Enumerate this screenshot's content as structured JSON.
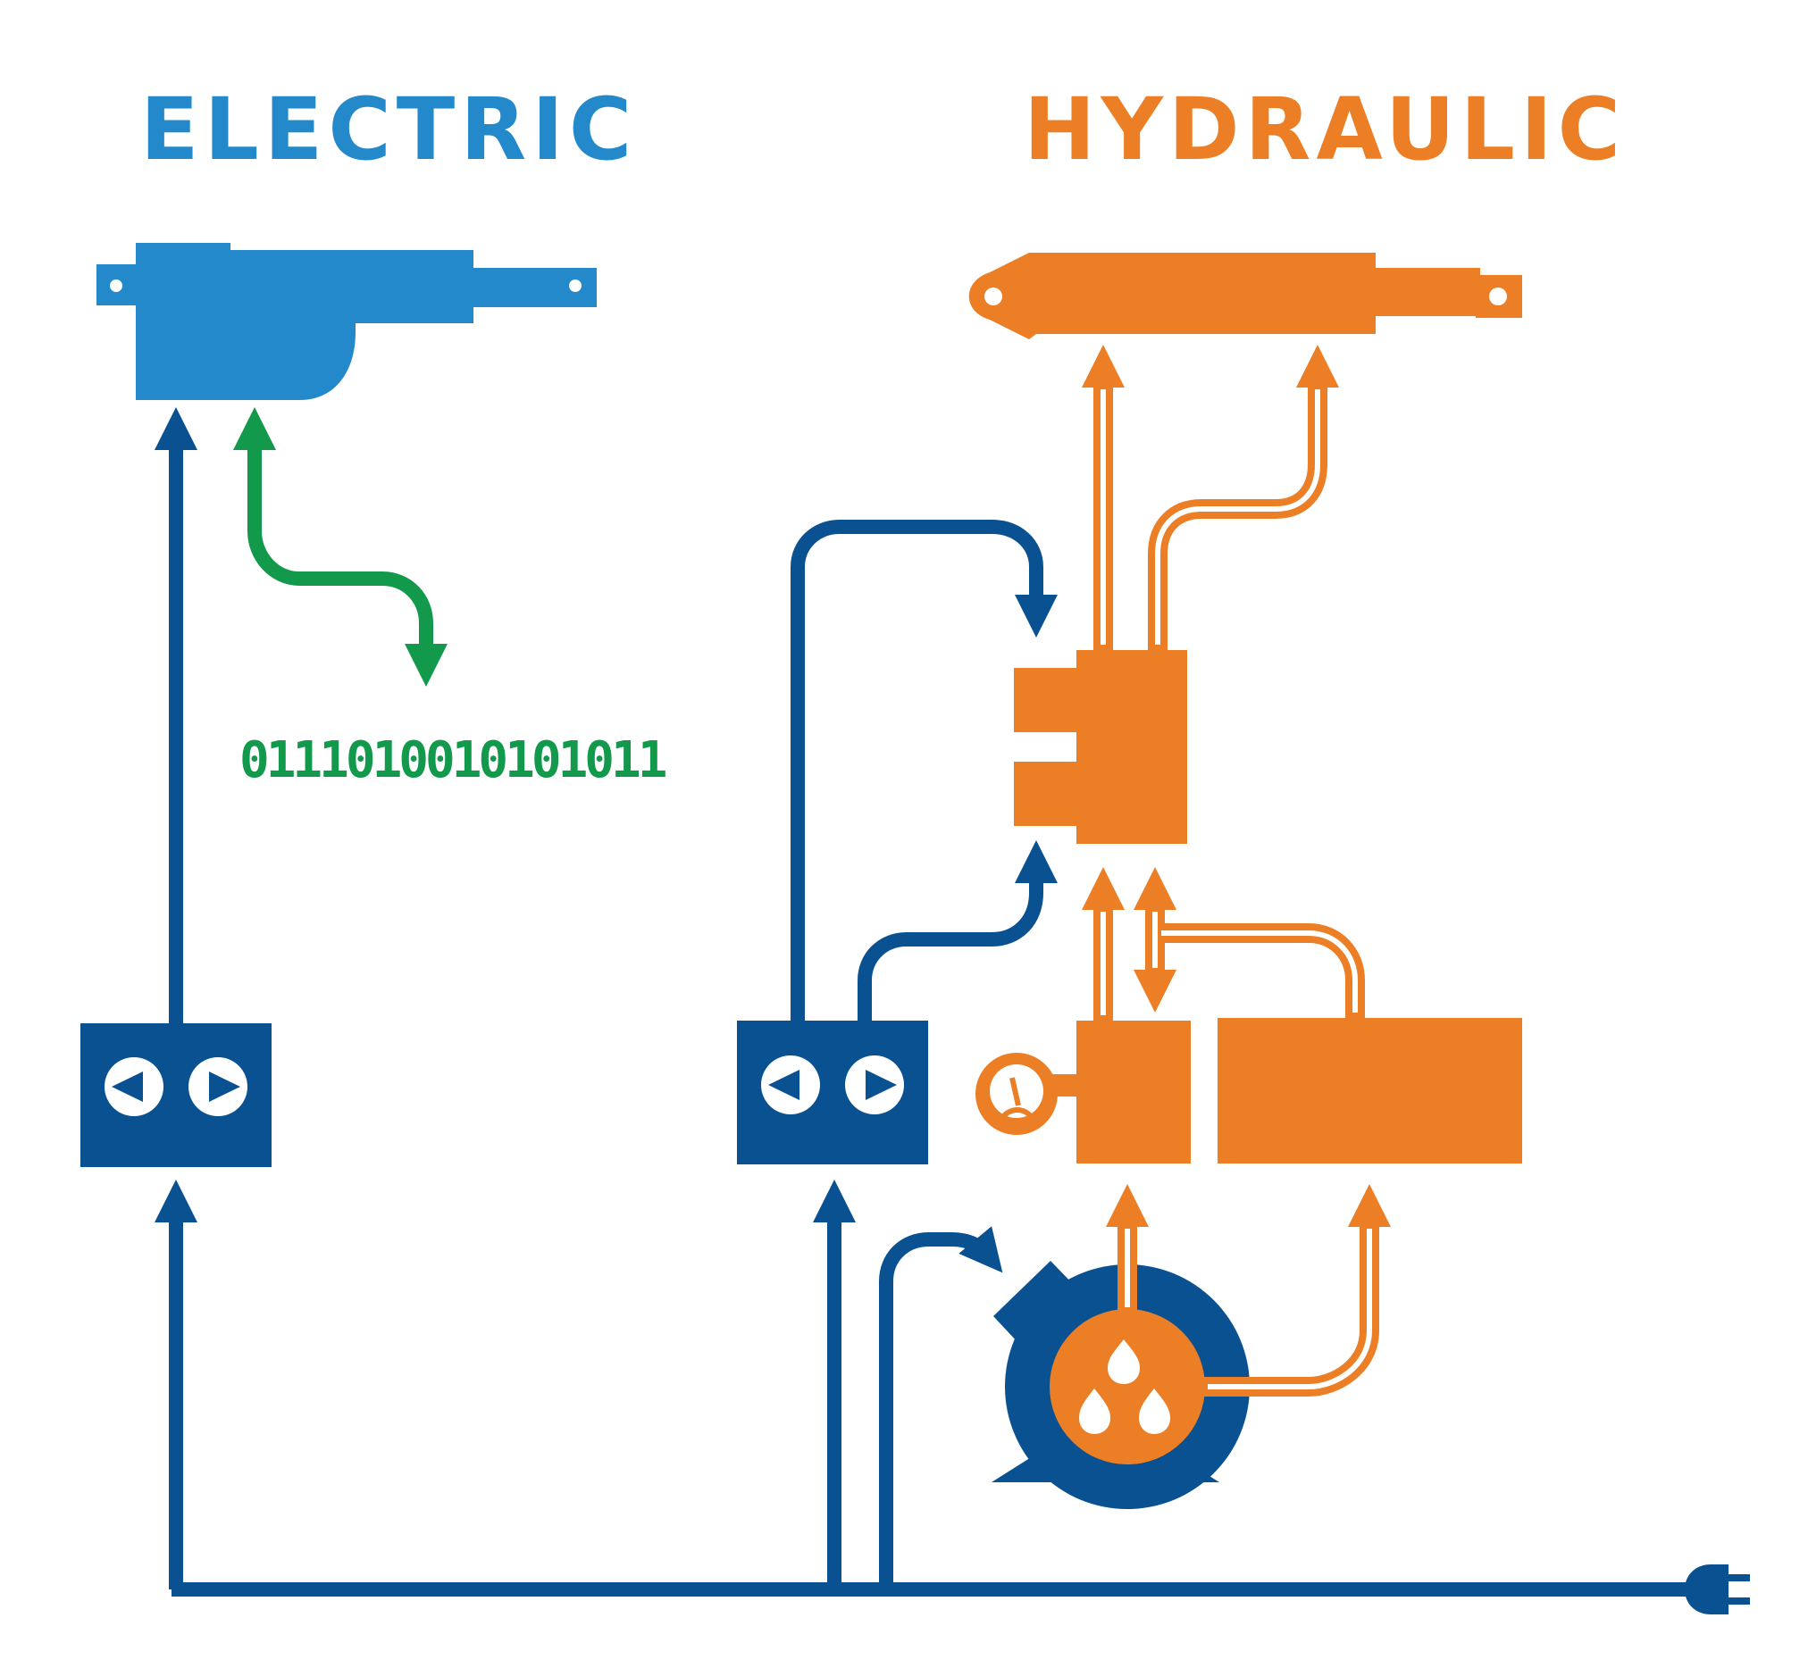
{
  "titles": {
    "electric": "ELECTRIC",
    "hydraulic": "HYDRAULIC"
  },
  "binary_code": "0111010010101011",
  "colors": {
    "electric_light_blue": "#2489CA",
    "dark_blue": "#0A5192",
    "orange": "#EC7F26",
    "green": "#12994B",
    "white": "#FFFFFF"
  },
  "icons": {
    "electric_actuator": "electric-linear-actuator-icon",
    "hydraulic_cylinder": "hydraulic-cylinder-icon",
    "control_box": "control-box-icon",
    "valve": "control-valve-icon",
    "pressure_gauge": "pressure-gauge-icon",
    "pump_motor": "electric-motor-pump-icon",
    "reservoir": "fluid-reservoir-icon",
    "power_plug": "power-plug-icon"
  }
}
